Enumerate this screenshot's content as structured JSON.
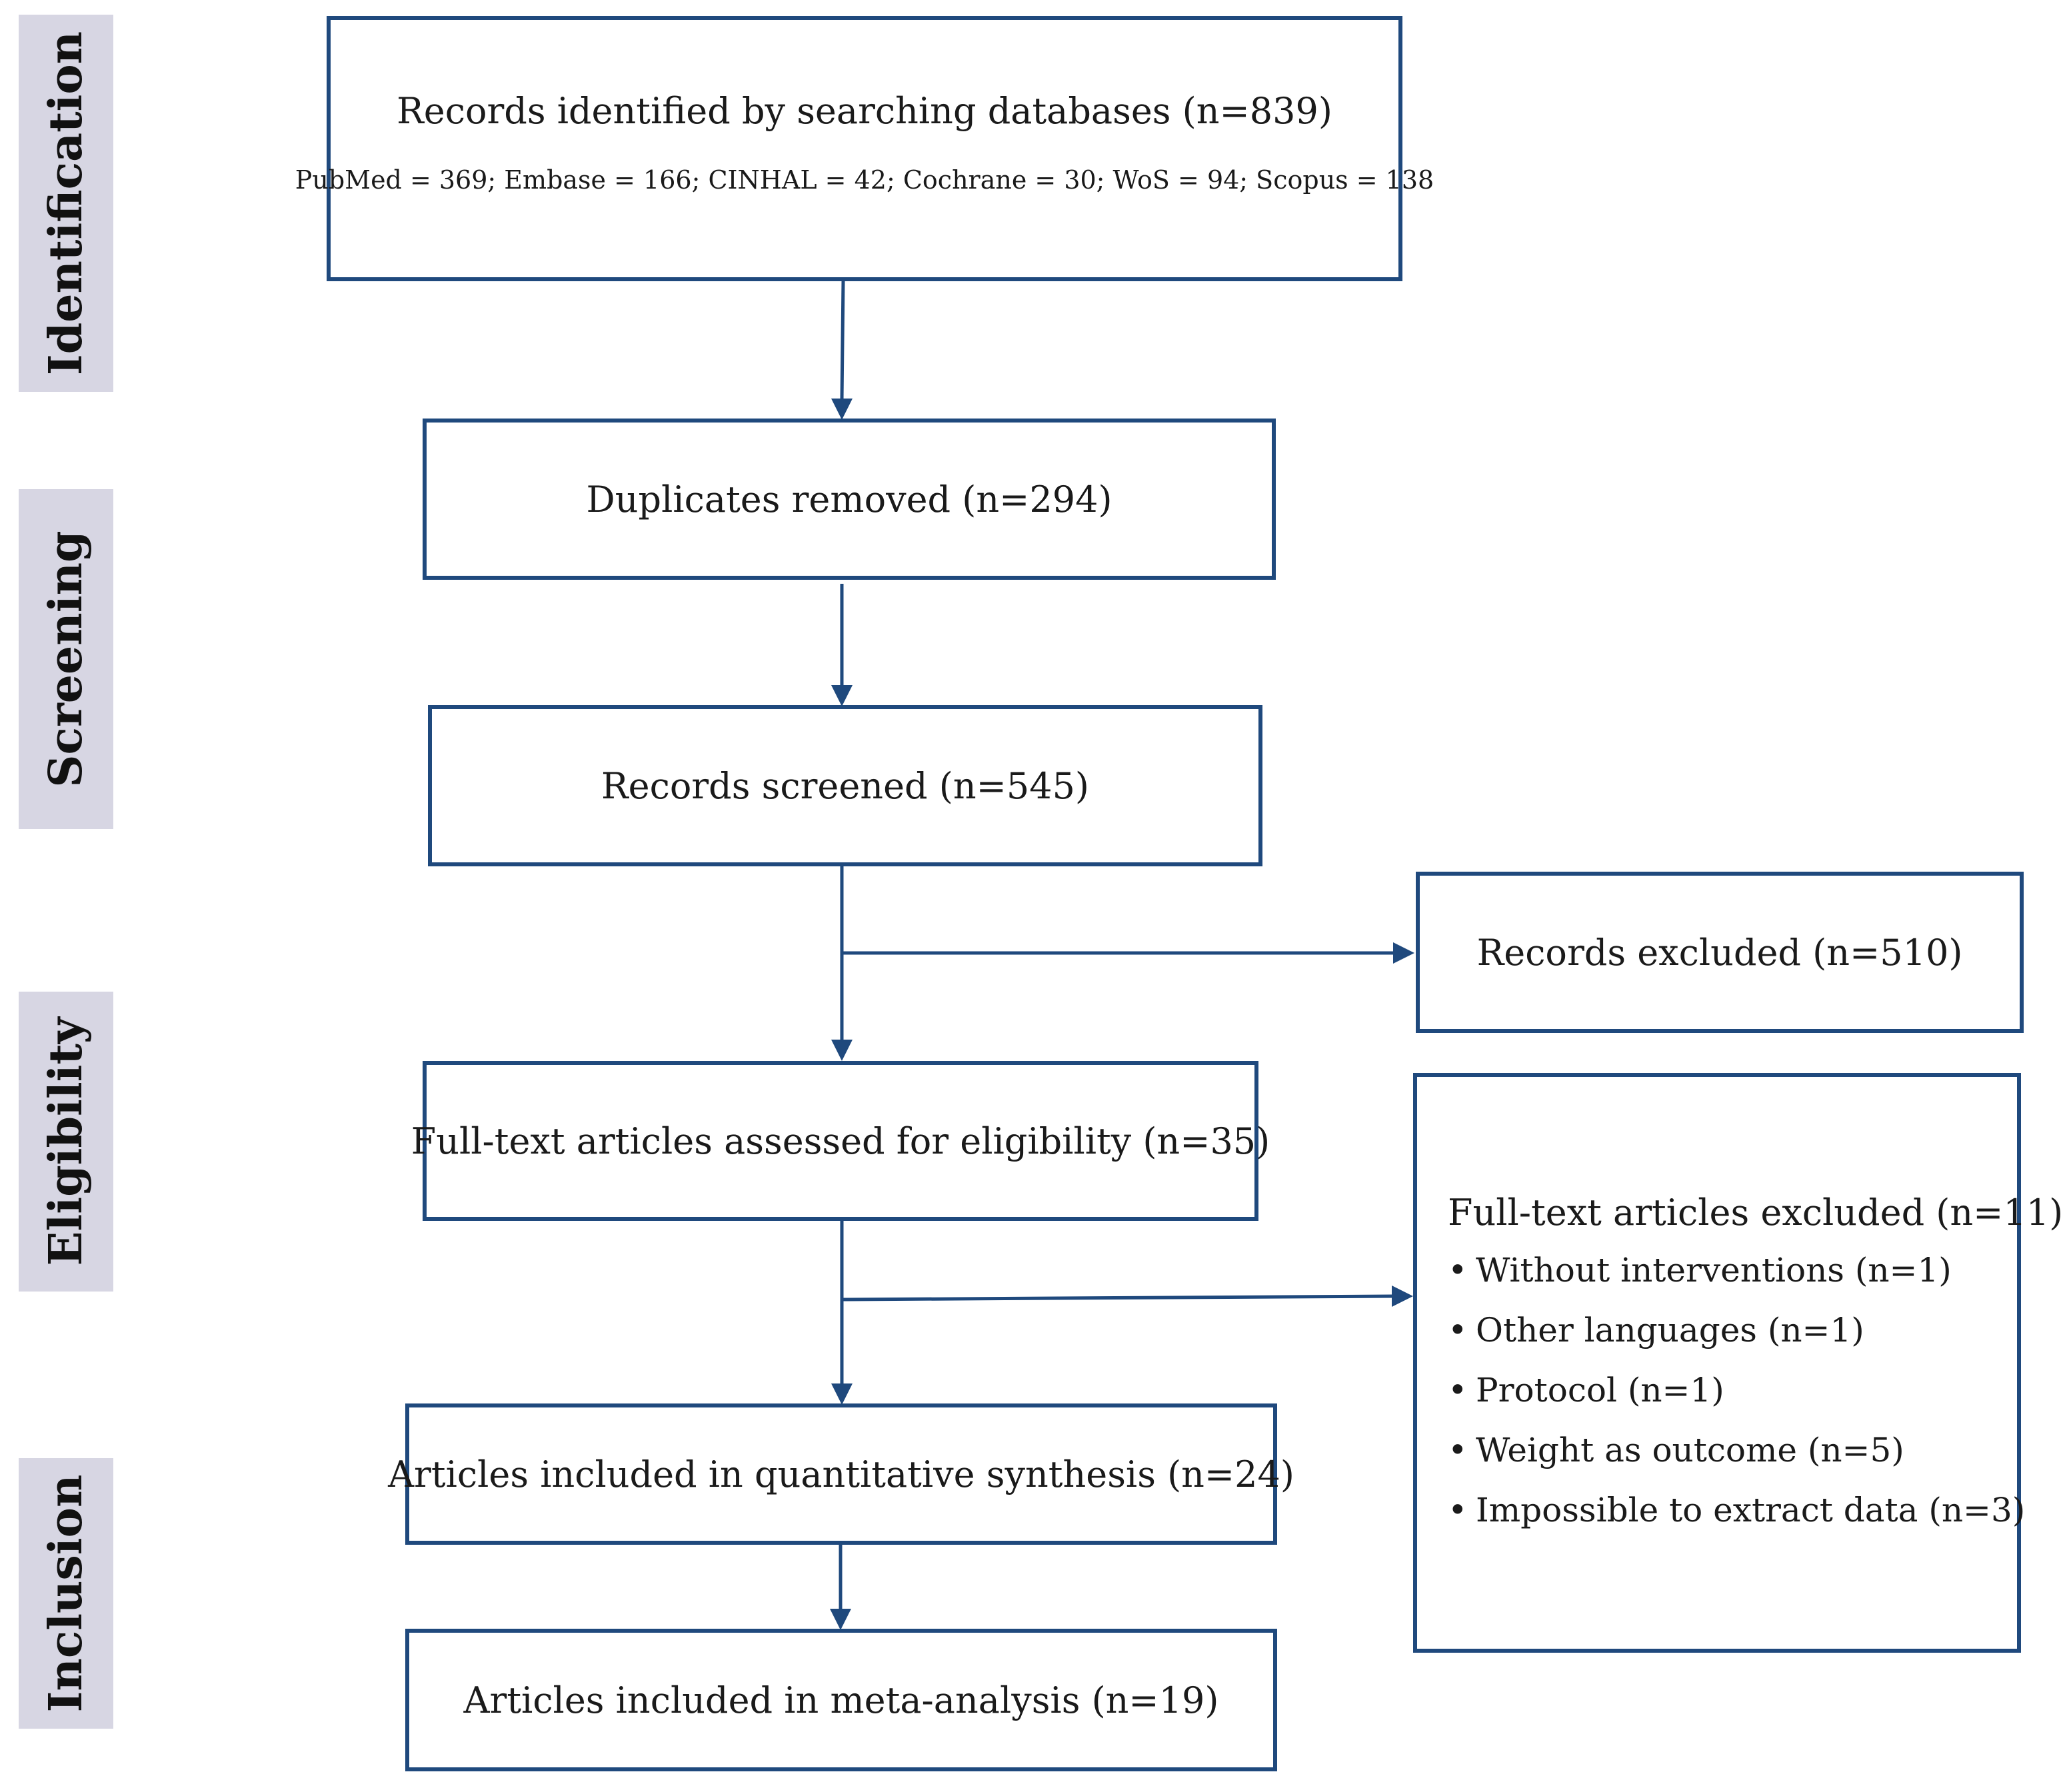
{
  "stages": [
    {
      "id": "identification",
      "label": "Identification"
    },
    {
      "id": "screening",
      "label": "Screening"
    },
    {
      "id": "eligibility",
      "label": "Eligibility"
    },
    {
      "id": "inclusion",
      "label": "Inclusion"
    }
  ],
  "boxes": {
    "identified": {
      "text": "Records identified by searching databases (n=839)",
      "subtext": "PubMed = 369; Embase = 166; CINHAL = 42; Cochrane = 30; WoS = 94; Scopus = 138"
    },
    "duplicates": {
      "text": "Duplicates removed (n=294)"
    },
    "screened": {
      "text": "Records screened (n=545)"
    },
    "records_excluded": {
      "text": "Records excluded (n=510)"
    },
    "fulltext_assessed": {
      "text": "Full-text articles assessed for eligibility (n=35)"
    },
    "fulltext_excluded": {
      "title": "Full-text articles excluded (n=11)",
      "bullet": "•",
      "items": [
        "Without interventions (n=1)",
        "Other languages (n=1)",
        "Protocol (n=1)",
        "Weight as outcome (n=5)",
        "Impossible to extract data (n=3)"
      ]
    },
    "quantitative": {
      "text": "Articles included in quantitative synthesis (n=24)"
    },
    "meta_analysis": {
      "text": "Articles included in meta-analysis (n=19)"
    }
  },
  "colors": {
    "border": "#1f497d",
    "arrow": "#1f497d",
    "stage_bg": "#d7d6e3"
  }
}
